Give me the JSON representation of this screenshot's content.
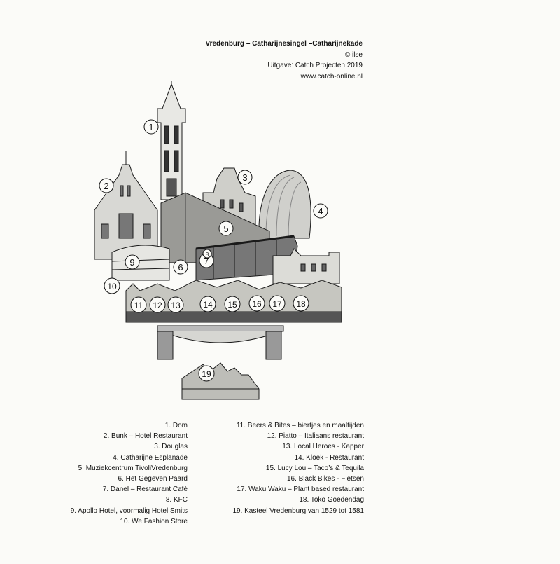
{
  "header": {
    "title": "Vredenburg – Catharijnesingel –Catharijnekade",
    "copyright": "© ilse",
    "publisher": "Uitgave: Catch Projecten 2019",
    "website": "www.catch-online.nl"
  },
  "markers": [
    "1",
    "2",
    "3",
    "4",
    "5",
    "6",
    "7",
    "8",
    "9",
    "10",
    "11",
    "12",
    "13",
    "14",
    "15",
    "16",
    "17",
    "18",
    "19"
  ],
  "legend_left": [
    "1.   Dom",
    "2.   Bunk – Hotel Restaurant",
    "3.   Douglas",
    "4.   Catharijne Esplanade",
    "5.   Muziekcentrum TivoliVredenburg",
    "6.   Het Gegeven Paard",
    "7.   Danel – Restaurant  Café",
    "8.   KFC",
    "9.   Apollo Hotel, voormalig Hotel Smits",
    "10.  We Fashion Store"
  ],
  "legend_right": [
    "11. Beers & Bites – biertjes en maaltijden",
    "12. Piatto – Italiaans restaurant",
    "13. Local Heroes - Kapper",
    "14. Kloek - Restaurant",
    "15. Lucy Lou – Taco’s & Tequila",
    "16. Black Bikes - Fietsen",
    "17. Waku Waku – Plant based restaurant",
    "18. Toko Goedendag",
    "19. Kasteel Vredenburg van 1529 tot 1581"
  ],
  "colors": {
    "ink": "#1a1a1a",
    "paper": "#fbfbf8",
    "shade": "#555555"
  }
}
